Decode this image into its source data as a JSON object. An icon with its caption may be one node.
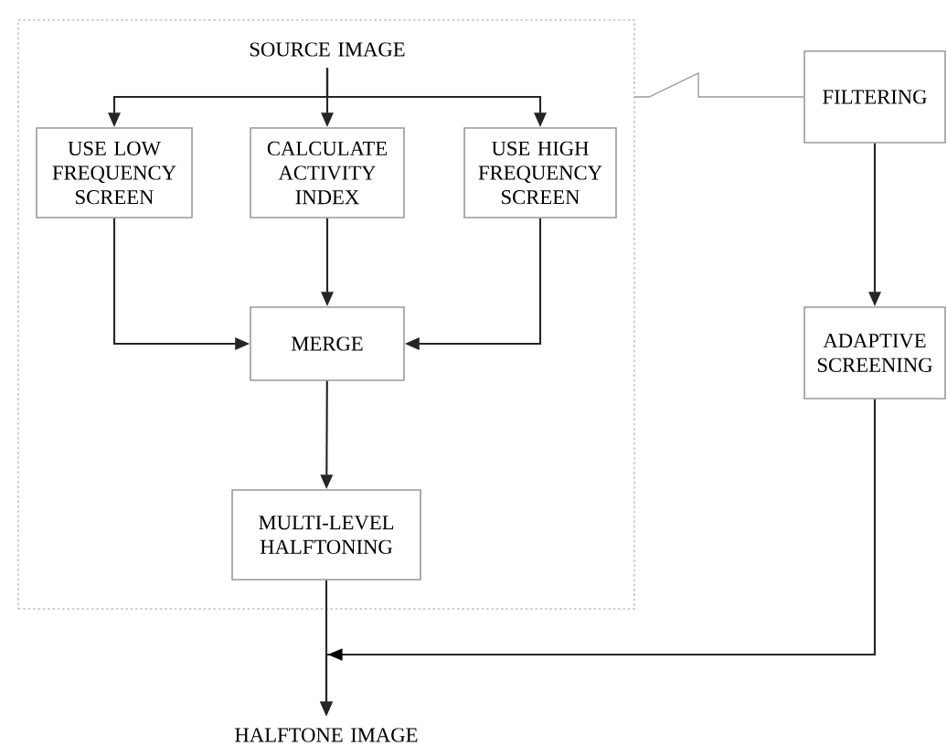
{
  "diagram": {
    "nodes": [
      {
        "text": [],
        "shape": "box"
      },
      {
        "text": [
          "SOURCE IMAGE"
        ],
        "in": 0
      },
      {
        "text": [
          "USE LOW FREQUENCY SCREEN"
        ],
        "in": 0
      },
      {
        "text": [
          "CALCULATE ACTIVITY INDEX"
        ],
        "in": 0
      },
      {
        "text": [
          "USE HIGH FREQUENCY SCREEN"
        ],
        "in": 0
      },
      {
        "text": [
          "MERGE"
        ],
        "in": 0
      },
      {
        "text": [
          "MULTI-LEVEL HALFTONING"
        ],
        "in": 0
      },
      {
        "text": [
          "FILTERING"
        ]
      },
      {
        "text": [
          "ADAPTIVE SCREENING"
        ]
      },
      {
        "text": [
          "HALFTONE IMAGE"
        ]
      }
    ],
    "edges": [
      {
        "from": 1,
        "to": 2,
        "arrow": "to"
      },
      {
        "from": 1,
        "to": 3,
        "arrow": "to"
      },
      {
        "from": 1,
        "to": 4,
        "arrow": "to"
      },
      {
        "from": 2,
        "to": 5,
        "arrow": "to"
      },
      {
        "from": 3,
        "to": 5,
        "arrow": "to"
      },
      {
        "from": 4,
        "to": 5,
        "arrow": "to"
      },
      {
        "from": 5,
        "to": 6,
        "arrow": "to"
      },
      {
        "from": 6,
        "to": 9,
        "arrow": "to"
      },
      {
        "from": 7,
        "to": 8,
        "arrow": "to"
      },
      {
        "from": 8,
        "to": 9,
        "arrow": "to"
      },
      {
        "from": 0,
        "to": 7,
        "arrow": "none",
        "color": "#9a9a9a"
      }
    ]
  }
}
